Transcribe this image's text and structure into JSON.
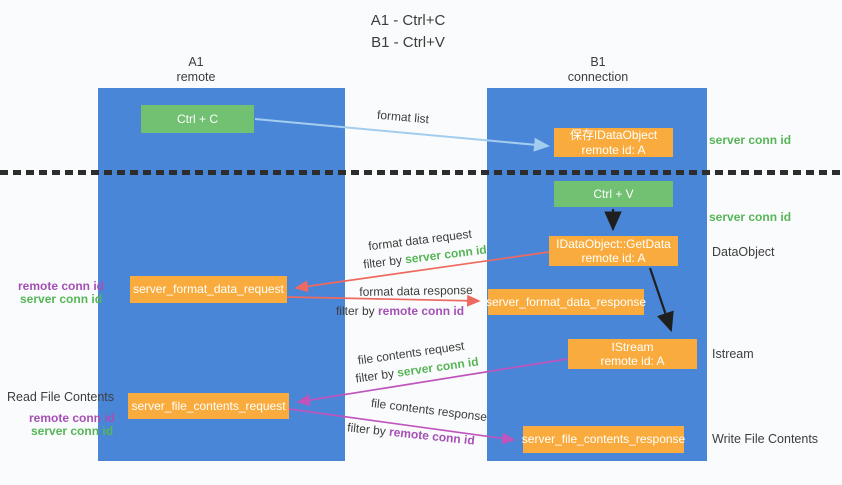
{
  "title": {
    "line1": "A1 - Ctrl+C",
    "line2": "B1 - Ctrl+V"
  },
  "lifelines": {
    "a1": {
      "name": "A1",
      "role": "remote"
    },
    "b1": {
      "name": "B1",
      "role": "connection"
    }
  },
  "boxes": {
    "ctrl_c": {
      "label": "Ctrl + C"
    },
    "save_idataobject": {
      "line1": "保存IDataObject",
      "line2": "remote id: A"
    },
    "ctrl_v": {
      "label": "Ctrl + V"
    },
    "idataobject_getdata": {
      "line1": "IDataObject::GetData",
      "line2": "remote id: A"
    },
    "server_format_data_request": {
      "label": "server_format_data_request"
    },
    "server_format_data_response": {
      "label": "server_format_data_response"
    },
    "istream": {
      "line1": "IStream",
      "line2": "remote id: A"
    },
    "server_file_contents_request": {
      "label": "server_file_contents_request"
    },
    "server_file_contents_response": {
      "label": "server_file_contents_response"
    }
  },
  "arrows": {
    "format_list": {
      "label": "format list"
    },
    "format_data_request": {
      "label": "format data request"
    },
    "format_data_response": {
      "label": "format data response"
    },
    "file_contents_request": {
      "label": "file contents request"
    },
    "file_contents_response": {
      "label": "file contents response"
    }
  },
  "terms": {
    "filter_by": "filter by",
    "server_conn_id": "server conn id",
    "remote_conn_id": "remote conn id"
  },
  "side_labels": {
    "right": {
      "server_conn_id_top": "server conn id",
      "server_conn_id_mid": "server conn id",
      "dataobject": "DataObject",
      "istream": "Istream",
      "write_file_contents": "Write File Contents"
    },
    "left": {
      "remote_conn_id_mid": "remote conn id",
      "server_conn_id_mid": "server conn id",
      "read_file_contents": "Read File Contents",
      "remote_conn_id_bottom": "remote conn id",
      "server_conn_id_bottom": "server conn id"
    }
  },
  "colors": {
    "column_blue": "#4a86d8",
    "box_green": "#72c072",
    "box_orange": "#f9ac3d",
    "arrow_blue": "#a3cdee",
    "arrow_red": "#ee6a60",
    "arrow_magenta": "#bf54bd",
    "text_green": "#56b656",
    "text_purple": "#a550b5",
    "text_dark": "#3d3d3d",
    "divider": "#2d2d2d"
  }
}
